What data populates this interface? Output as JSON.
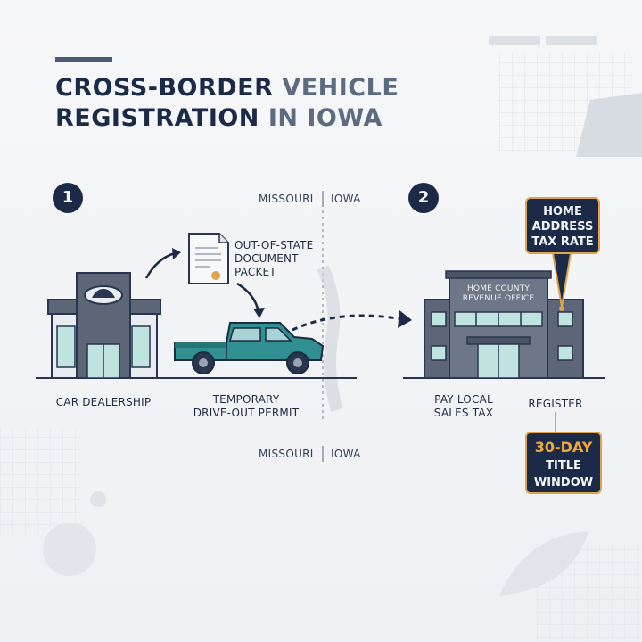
{
  "title": {
    "line1_dark": "CROSS-BORDER",
    "line1_light": "VEHICLE",
    "line2_dark": "REGISTRATION",
    "line2_light": "IN IOWA"
  },
  "steps": [
    "1",
    "2"
  ],
  "borders": {
    "top_left": "MISSOURI",
    "top_right": "IOWA",
    "bottom_left": "MISSOURI",
    "bottom_right": "IOWA"
  },
  "document": {
    "line1": "OUT-OF-STATE",
    "line2": "DOCUMENT",
    "line3": "PACKET"
  },
  "dealership": {
    "label": "CAR DEALERSHIP"
  },
  "permit": {
    "line1": "TEMPORARY",
    "line2": "DRIVE-OUT PERMIT"
  },
  "office": {
    "sign_line1": "HOME COUNTY",
    "sign_line2": "REVENUE OFFICE"
  },
  "tax": {
    "line1": "PAY LOCAL",
    "line2": "SALES TAX"
  },
  "register": {
    "label": "REGISTER"
  },
  "callout_rate": {
    "line1": "HOME",
    "line2": "ADDRESS",
    "line3": "TAX RATE"
  },
  "callout_window": {
    "line1": "30-DAY",
    "line2": "TITLE",
    "line3": "WINDOW"
  },
  "colors": {
    "navy": "#1b2a47",
    "accent": "#e0a24a",
    "truck": "#2f8f91",
    "building": "#5c6676",
    "window": "#bfe3df"
  }
}
